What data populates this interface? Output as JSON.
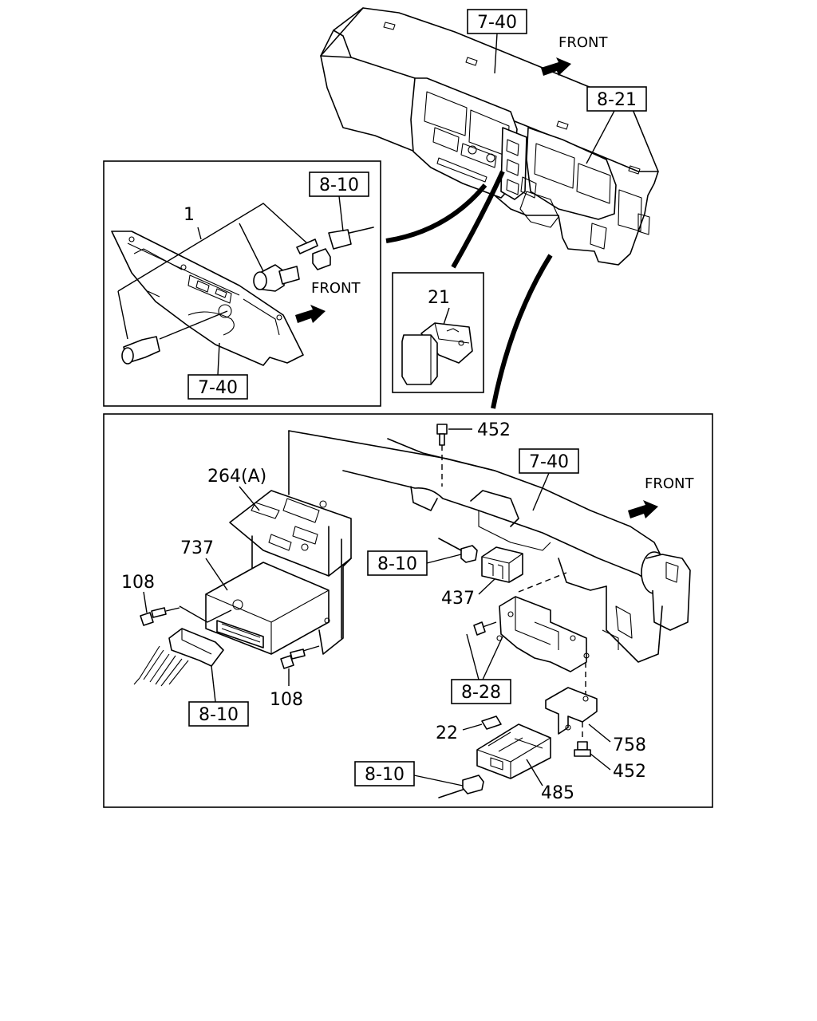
{
  "refs": {
    "ref_7_40_top": "7-40",
    "ref_8_21": "8-21",
    "ref_8_10_inset": "8-10",
    "ref_7_40_inset": "7-40",
    "ref_7_40_main": "7-40",
    "ref_8_10_left": "8-10",
    "ref_8_10_mid": "8-10",
    "ref_8_28": "8-28",
    "ref_8_10_bottom": "8-10"
  },
  "front_labels": {
    "top": "FRONT",
    "inset": "FRONT",
    "main": "FRONT"
  },
  "parts": {
    "p1": "1",
    "p21": "21",
    "p452_top": "452",
    "p264": "264(A)",
    "p737": "737",
    "p108_a": "108",
    "p108_b": "108",
    "p437": "437",
    "p22": "22",
    "p758": "758",
    "p452_bottom": "452",
    "p485": "485"
  }
}
